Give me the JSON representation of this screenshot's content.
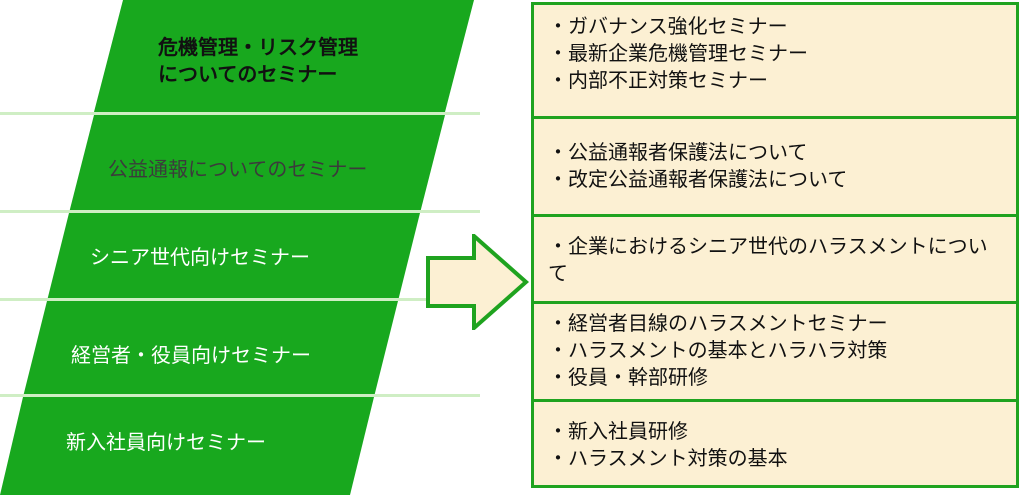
{
  "left_categories": [
    {
      "label": "危機管理・リスク管理\nについてのセミナー",
      "text_color": "#111111",
      "bold": true
    },
    {
      "label": "公益通報についてのセミナー",
      "text_color": "#3b3b3b",
      "bold": false
    },
    {
      "label": "シニア世代向けセミナー",
      "text_color": "#ffffff",
      "bold": false
    },
    {
      "label": "経営者・役員向けセミナー",
      "text_color": "#ffffff",
      "bold": false
    },
    {
      "label": "新入社員向けセミナー",
      "text_color": "#ffffff",
      "bold": false
    }
  ],
  "arrow": {
    "icon": "right-arrow-icon",
    "fill": "#fcf0d3",
    "stroke": "#1fa31f"
  },
  "right_groups": [
    {
      "items": [
        "・ガバナンス強化セミナー",
        "・最新企業危機管理セミナー",
        "・内部不正対策セミナー"
      ]
    },
    {
      "items": [
        "・公益通報者保護法について",
        "・改定公益通報者保護法について"
      ]
    },
    {
      "items": [
        "・企業におけるシニア世代のハラスメントについて"
      ]
    },
    {
      "items": [
        "・経営者目線のハラスメントセミナー",
        "・ハラスメントの基本とハラハラ対策",
        "・役員・幹部研修"
      ]
    },
    {
      "items": [
        "・新入社員研修",
        "・ハラスメント対策の基本"
      ]
    }
  ],
  "colors": {
    "green": "#18a81e",
    "border_green": "#1fa31f",
    "cream": "#fcf0d3"
  }
}
